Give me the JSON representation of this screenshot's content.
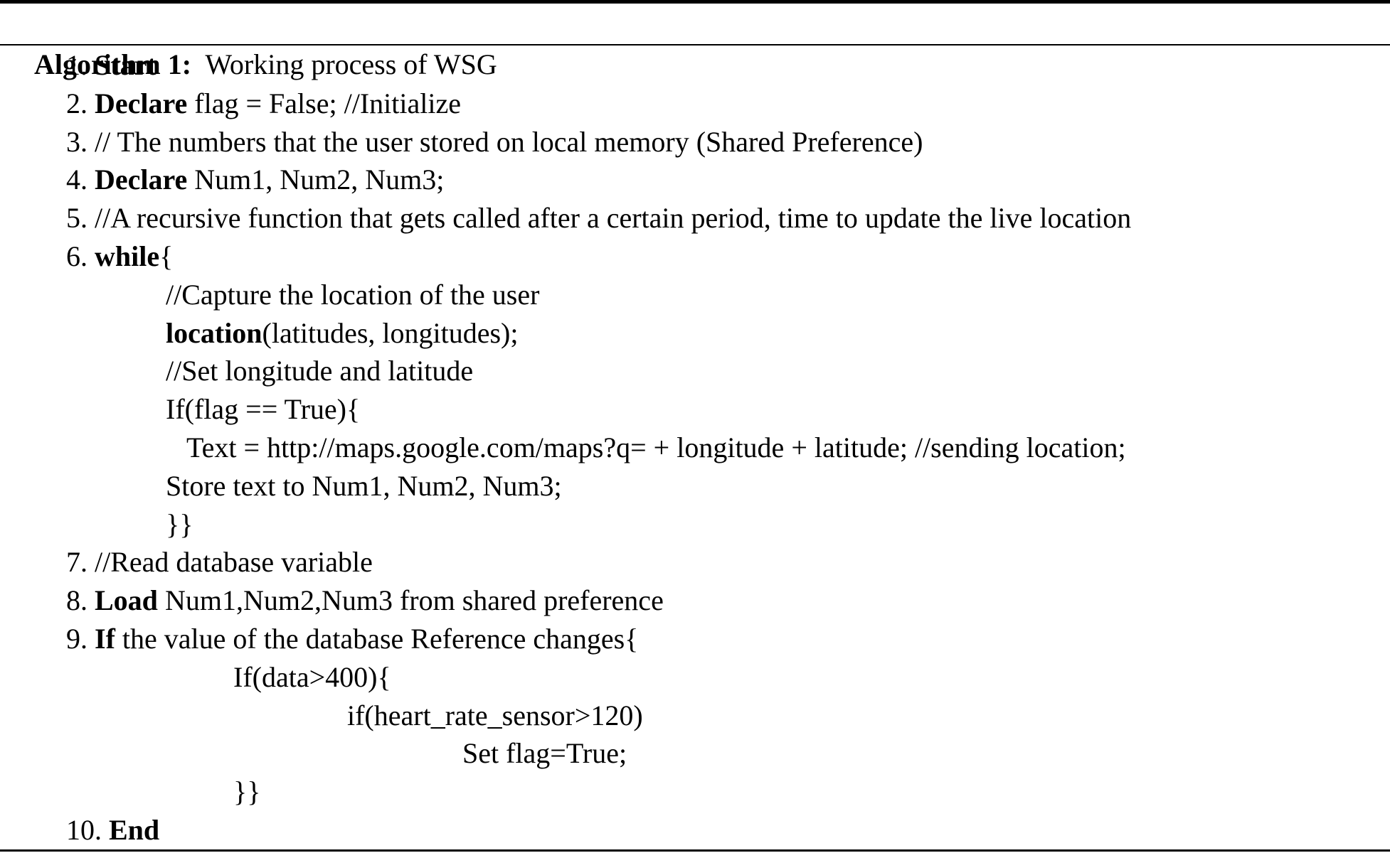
{
  "colors": {
    "text": "#000000",
    "background": "#ffffff",
    "rule": "#000000"
  },
  "title": {
    "bold": "Algorithm 1:",
    "rest": "  Working process of WSG"
  },
  "algorithm": {
    "lines": [
      {
        "indent": "ind-num",
        "segments": [
          {
            "t": "1. "
          },
          {
            "t": "Start",
            "b": true
          }
        ]
      },
      {
        "indent": "ind-num",
        "segments": [
          {
            "t": "2. "
          },
          {
            "t": "Declare",
            "b": true
          },
          {
            "t": " flag = False; //Initialize"
          }
        ]
      },
      {
        "indent": "ind-num",
        "segments": [
          {
            "t": "3. // The numbers that the user stored on local memory (Shared Preference)"
          }
        ]
      },
      {
        "indent": "ind-num",
        "segments": [
          {
            "t": "4. "
          },
          {
            "t": "Declare",
            "b": true
          },
          {
            "t": " Num1, Num2, Num3;"
          }
        ]
      },
      {
        "indent": "ind-num",
        "segments": [
          {
            "t": "5. //A recursive function that gets called after a certain period, time to update the live location"
          }
        ]
      },
      {
        "indent": "ind-num",
        "segments": [
          {
            "t": "6. "
          },
          {
            "t": "while",
            "b": true
          },
          {
            "t": "{"
          }
        ]
      },
      {
        "indent": "ind-body",
        "segments": [
          {
            "t": "//Capture the location of the user"
          }
        ]
      },
      {
        "indent": "ind-body",
        "segments": [
          {
            "t": "location",
            "b": true
          },
          {
            "t": "(latitudes, longitudes);"
          }
        ]
      },
      {
        "indent": "ind-body",
        "segments": [
          {
            "t": "//Set longitude and latitude"
          }
        ]
      },
      {
        "indent": "ind-body",
        "segments": [
          {
            "t": "If(flag == True){"
          }
        ]
      },
      {
        "indent": "ind-text",
        "segments": [
          {
            "t": "Text = http://maps.google.com/maps?q= + longitude + latitude; //sending location;"
          }
        ]
      },
      {
        "indent": "ind-body",
        "segments": [
          {
            "t": "Store text to Num1, Num2, Num3;"
          }
        ]
      },
      {
        "indent": "ind-body",
        "segments": [
          {
            "t": "}}"
          }
        ]
      },
      {
        "indent": "ind-num",
        "segments": [
          {
            "t": "7. //Read database variable"
          }
        ]
      },
      {
        "indent": "ind-num",
        "segments": [
          {
            "t": "8. "
          },
          {
            "t": "Load",
            "b": true
          },
          {
            "t": " Num1,Num2,Num3 from shared preference"
          }
        ]
      },
      {
        "indent": "ind-num",
        "segments": [
          {
            "t": "9. "
          },
          {
            "t": "If",
            "b": true
          },
          {
            "t": " the value of the database Reference changes{"
          }
        ]
      },
      {
        "indent": "ind-l2",
        "segments": [
          {
            "t": "If(data>400){"
          }
        ]
      },
      {
        "indent": "ind-l3",
        "segments": [
          {
            "t": "if(heart_rate_sensor>120)"
          }
        ]
      },
      {
        "indent": "ind-l4",
        "segments": [
          {
            "t": "Set flag=True;"
          }
        ]
      },
      {
        "indent": "ind-l2",
        "segments": [
          {
            "t": "}}"
          }
        ]
      },
      {
        "indent": "ind-num",
        "segments": [
          {
            "t": "10. "
          },
          {
            "t": "End",
            "b": true
          }
        ]
      }
    ]
  }
}
